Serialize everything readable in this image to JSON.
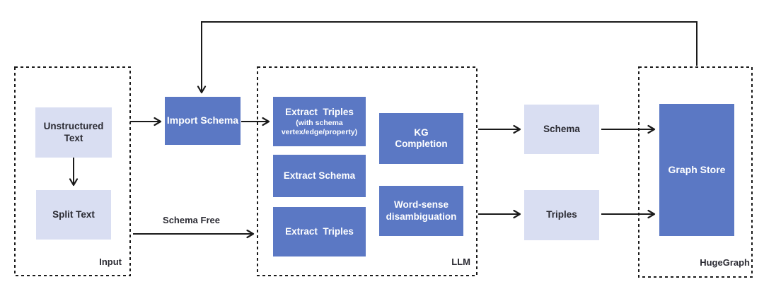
{
  "colors": {
    "node_blue": "#5b78c4",
    "node_light": "#d9def2",
    "line": "#1a1a1a",
    "text_dark": "#2b2b33",
    "text_white": "#ffffff"
  },
  "groups": {
    "input": {
      "label": "Input",
      "unstructured_text": "Unstructured\nText",
      "split_text": "Split Text"
    },
    "llm": {
      "label": "LLM",
      "extract_triples_with_schema_title": "Extract  Triples",
      "extract_triples_with_schema_subtitle": "(with schema\nvertex/edge/property)",
      "extract_schema": "Extract Schema",
      "extract_triples": "Extract  Triples",
      "kg_completion": "KG\nCompletion",
      "word_sense_disambiguation": "Word-sense\ndisambiguation"
    },
    "hugegraph": {
      "label": "HugeGraph",
      "graph_store": "Graph Store"
    }
  },
  "nodes": {
    "import_schema": "Import Schema",
    "schema": "Schema",
    "triples": "Triples"
  },
  "edge_labels": {
    "schema_free": "Schema Free"
  }
}
